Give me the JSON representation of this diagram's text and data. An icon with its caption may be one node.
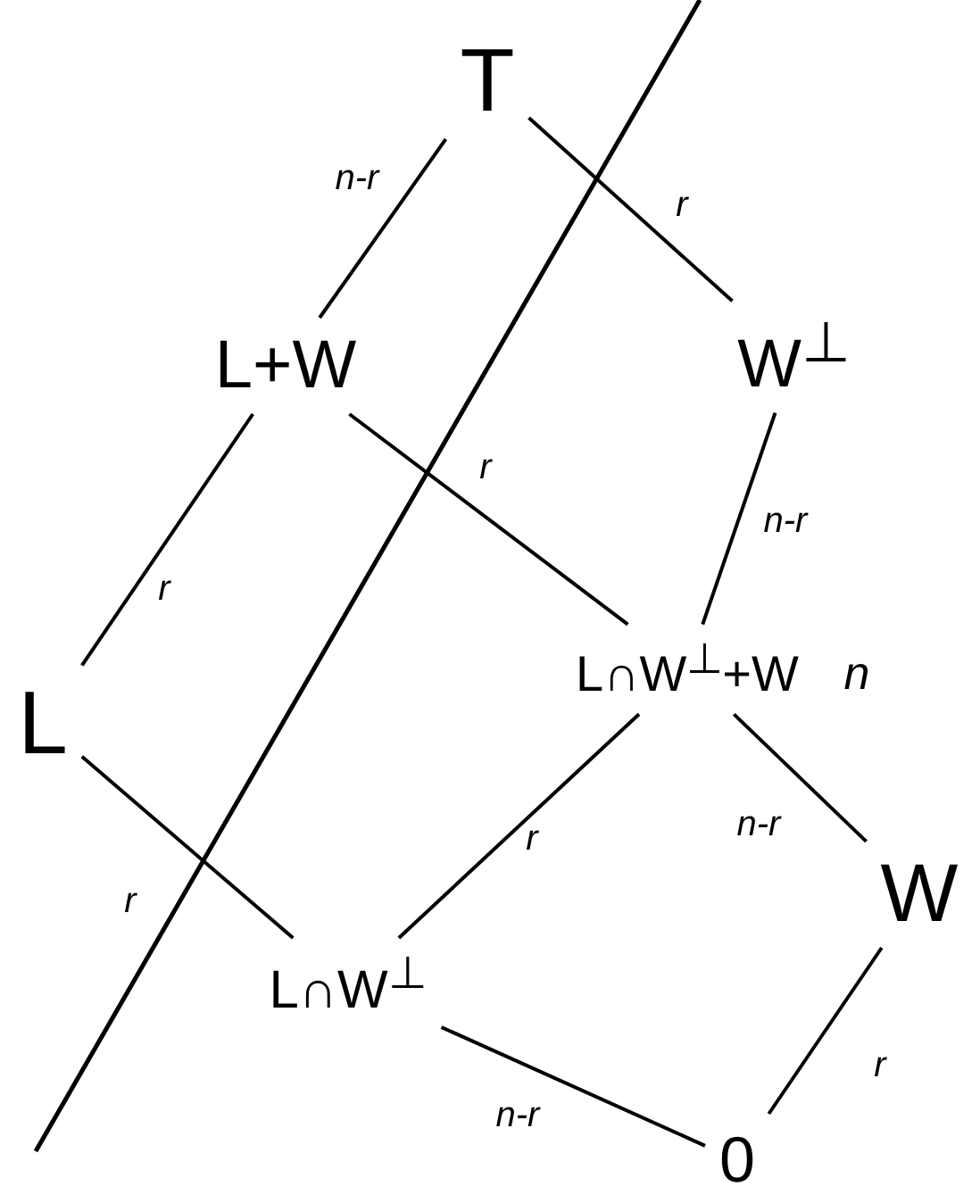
{
  "diagram": {
    "nodes": [
      {
        "text": [
          "T"
        ]
      },
      {
        "text": [
          "L+W"
        ]
      },
      {
        "text": [
          "W$^{⊥}$"
        ]
      },
      {
        "text": [
          "L"
        ]
      },
      {
        "text": [
          "L∩W$^{⊥}$+W"
        ],
        "beside": [
          "n"
        ]
      },
      {
        "text": [
          "W"
        ]
      },
      {
        "text": [
          "L∩W$^{⊥}$"
        ]
      },
      {
        "text": [
          "0"
        ]
      }
    ],
    "edges": [
      {
        "from": 0,
        "to": 1,
        "arrow": "none",
        "label": "n-r"
      },
      {
        "from": 0,
        "to": 2,
        "arrow": "none",
        "label": "r"
      },
      {
        "from": 1,
        "to": 3,
        "arrow": "none",
        "label": "r"
      },
      {
        "from": 1,
        "to": 4,
        "arrow": "none",
        "label": "r"
      },
      {
        "from": 2,
        "to": 4,
        "arrow": "none",
        "label": "n-r"
      },
      {
        "from": 3,
        "to": 6,
        "arrow": "none",
        "label": "r"
      },
      {
        "from": 4,
        "to": 6,
        "arrow": "none",
        "label": "r"
      },
      {
        "from": 4,
        "to": 5,
        "arrow": "none",
        "label": "n-r"
      },
      {
        "from": 6,
        "to": 7,
        "arrow": "none",
        "label": "n-r"
      },
      {
        "from": 5,
        "to": 7,
        "arrow": "none",
        "label": "r"
      }
    ]
  }
}
